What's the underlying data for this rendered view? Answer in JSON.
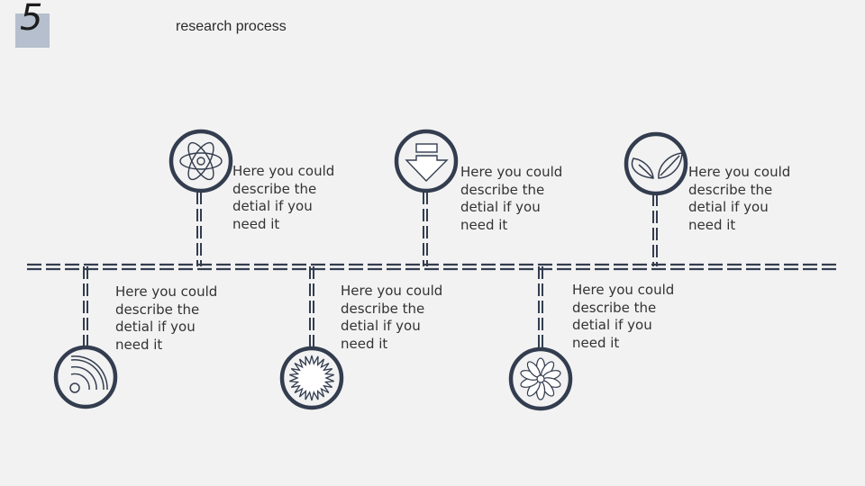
{
  "slide": {
    "number": "5",
    "title": "research process"
  },
  "colors": {
    "line": "#333d4f",
    "background": "#f2f2f2",
    "number_box": "#b5bfcd"
  },
  "steps": [
    {
      "icon": "rss-icon",
      "text": "Here you could describe the detial if you need it"
    },
    {
      "icon": "atom-icon",
      "text": "Here you could describe the detial if you need it"
    },
    {
      "icon": "starburst-icon",
      "text": "Here you could describe the detial if you need it"
    },
    {
      "icon": "download-arrow-icon",
      "text": "Here you could describe the detial if you need it"
    },
    {
      "icon": "flower-icon",
      "text": "Here you could describe the detial if you need it"
    },
    {
      "icon": "leaves-icon",
      "text": "Here you could describe the detial if you need it"
    }
  ]
}
